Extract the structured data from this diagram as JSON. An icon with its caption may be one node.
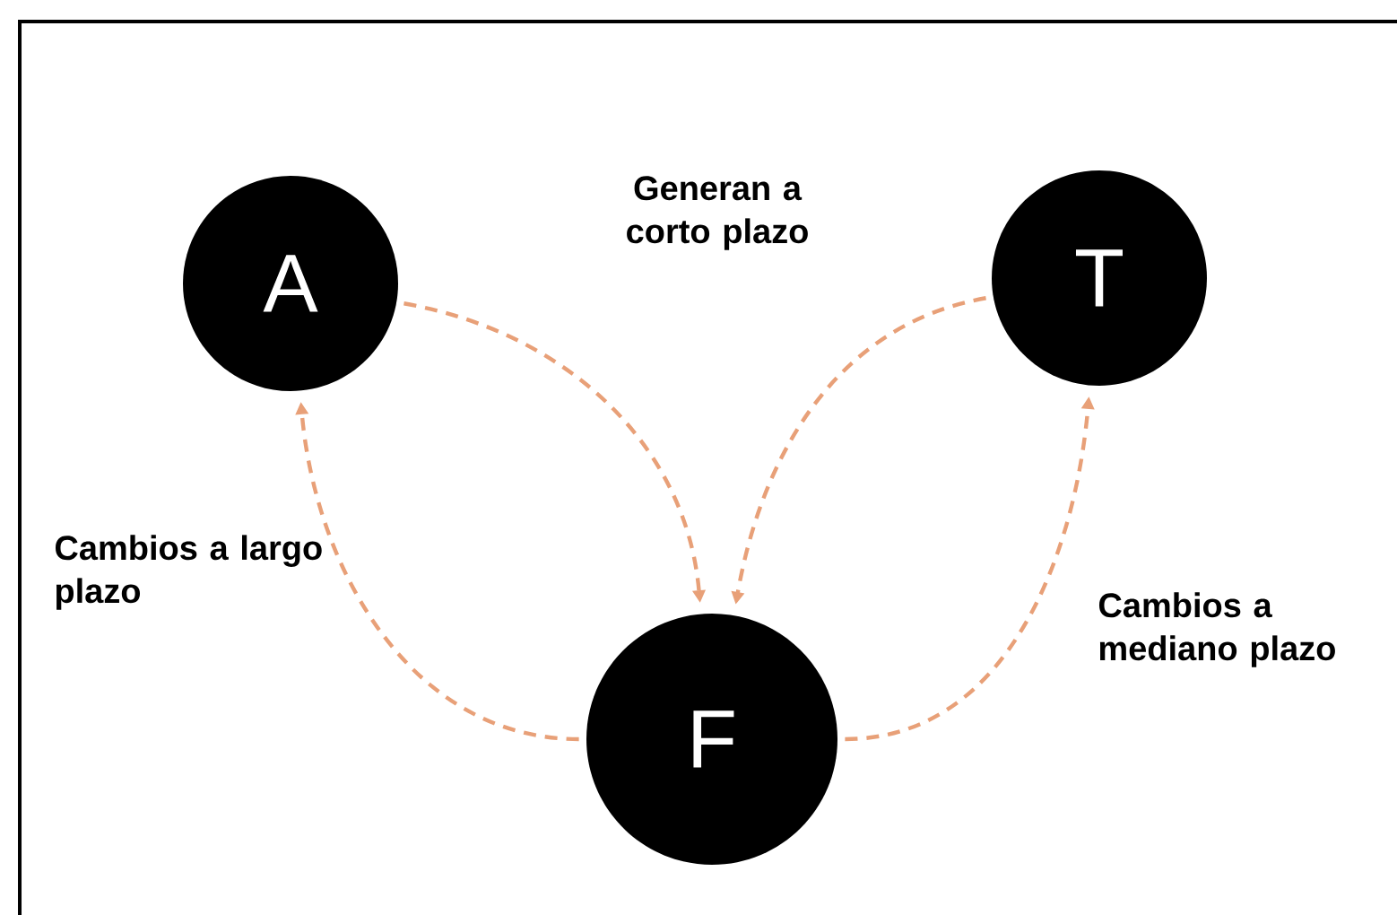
{
  "diagram": {
    "nodes": [
      {
        "text": [
          "A"
        ]
      },
      {
        "text": [
          "T"
        ]
      },
      {
        "text": [
          "F"
        ]
      }
    ],
    "edges": [
      {
        "from": 0,
        "to": 2,
        "arrow": "to",
        "style": "dashed"
      },
      {
        "from": 1,
        "to": 2,
        "arrow": "to",
        "style": "dashed"
      },
      {
        "from": 2,
        "to": 0,
        "arrow": "to",
        "style": "dashed"
      },
      {
        "from": 2,
        "to": 1,
        "arrow": "to",
        "style": "dashed"
      }
    ],
    "labels": [
      "Generan a corto plazo",
      "Cambios a largo plazo",
      "Cambios a mediano plazo"
    ]
  }
}
